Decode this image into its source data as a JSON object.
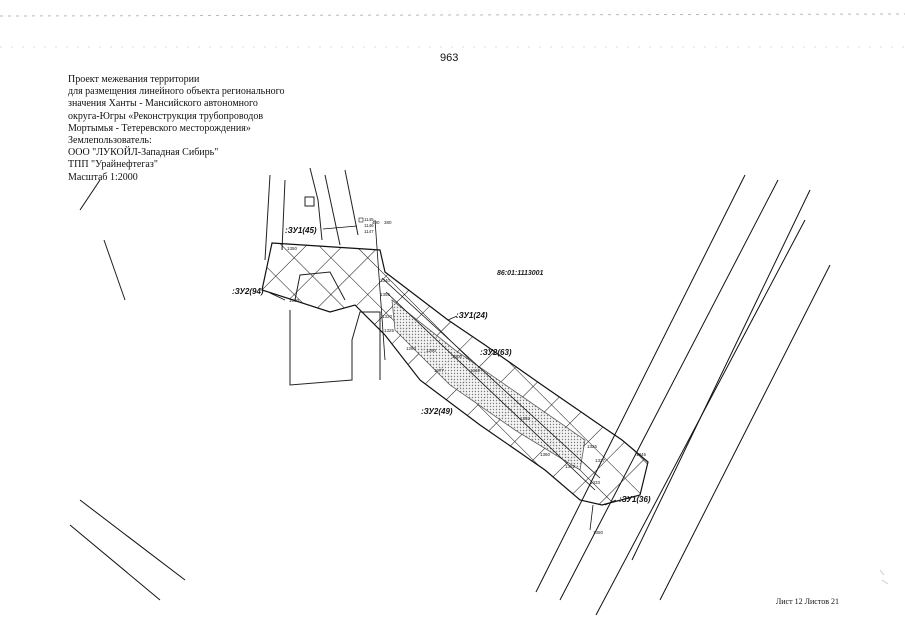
{
  "page_number": "963",
  "title_lines": [
    "Проект межевания территории",
    "для размещения линейного объекта регионального",
    "значения Ханты - Мансийского автономного",
    "округа-Югры «Реконструкция трубопроводов",
    "Мортымья - Тетеревского месторождения»",
    "Землепользователь:",
    "ООО \"ЛУКОЙЛ-Западная Сибирь\"",
    "ТПП \"Урайнефтегаз\"",
    "Масштаб 1:2000"
  ],
  "parcel_labels": {
    "zu1_45": ":ЗУ1(45)",
    "zu2_94": ":ЗУ2(94)",
    "zu1_24": ":ЗУ1(24)",
    "zu2_63": ":ЗУ2(63)",
    "zu2_49": ":ЗУ2(49)",
    "zu1_36": ":ЗУ1(36)"
  },
  "cadastral_number": "86:01:1113001",
  "sheet_label": "Лист 12 Листов 21"
}
